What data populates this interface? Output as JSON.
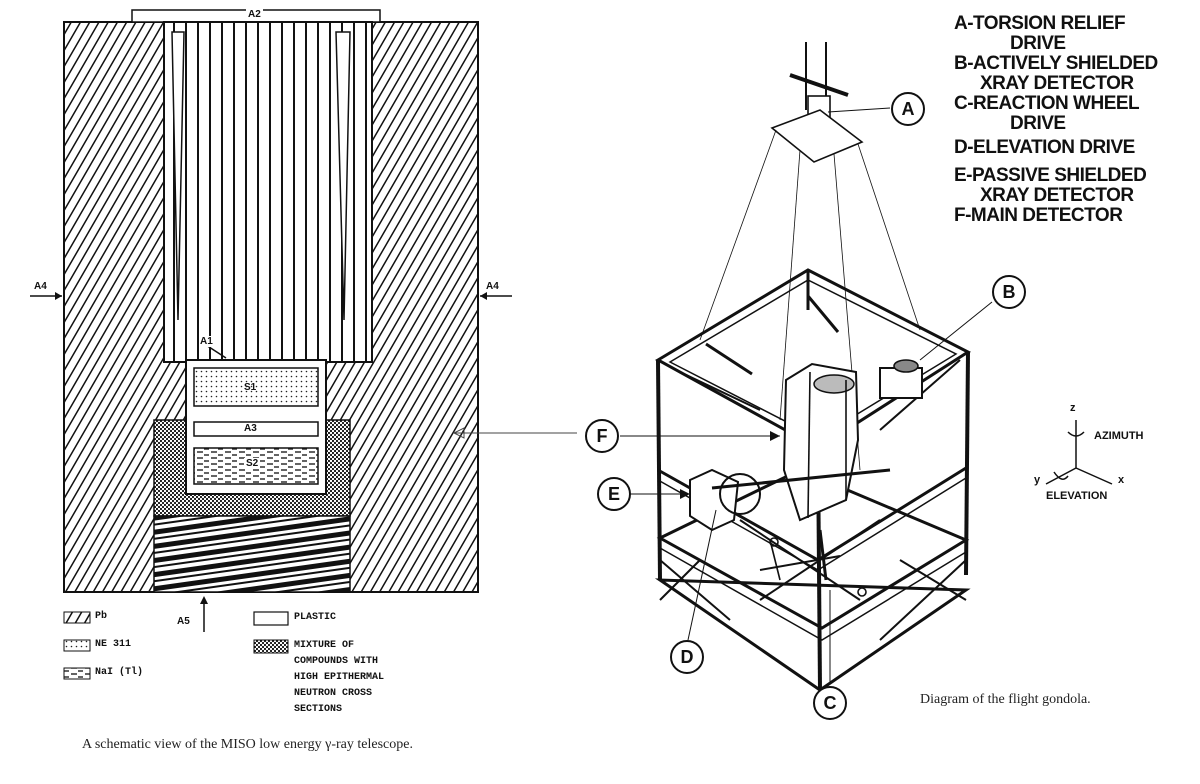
{
  "left_diagram": {
    "labels": {
      "a1": "A1",
      "a2": "A2",
      "a3": "A3",
      "a4_left": "A4",
      "a4_right": "A4",
      "a5": "A5",
      "s1": "S1",
      "s2": "S2"
    },
    "legend": [
      {
        "key": "pb",
        "label": "Pb"
      },
      {
        "key": "plastic",
        "label": "PLASTIC"
      },
      {
        "key": "ne311",
        "label": "NE 311"
      },
      {
        "key": "mixture",
        "label": "MIXTURE OF"
      },
      {
        "key": "mixture2",
        "label": "COMPOUNDS WITH"
      },
      {
        "key": "mixture3",
        "label": "HIGH EPITHERMAL"
      },
      {
        "key": "mixture4",
        "label": "NEUTRON CROSS"
      },
      {
        "key": "mixture5",
        "label": "SECTIONS"
      },
      {
        "key": "nai",
        "label": "NaI (Tl)"
      }
    ],
    "caption": "A schematic view of the MISO low energy γ-ray telescope."
  },
  "right_diagram": {
    "legend_lines": [
      "A-TORSION RELIEF",
      "DRIVE",
      "B-ACTIVELY SHIELDED",
      "XRAY DETECTOR",
      "C-REACTION WHEEL",
      "DRIVE",
      "D-ELEVATION DRIVE",
      "E-PASSIVE SHIELDED",
      "XRAY DETECTOR",
      "F-MAIN DETECTOR"
    ],
    "callouts": {
      "a": "A",
      "b": "B",
      "c": "C",
      "d": "D",
      "e": "E",
      "f": "F"
    },
    "axes": {
      "z": "z",
      "y": "y",
      "x": "x",
      "azimuth": "AZIMUTH",
      "elevation": "ELEVATION"
    },
    "caption": "Diagram of the flight gondola."
  }
}
